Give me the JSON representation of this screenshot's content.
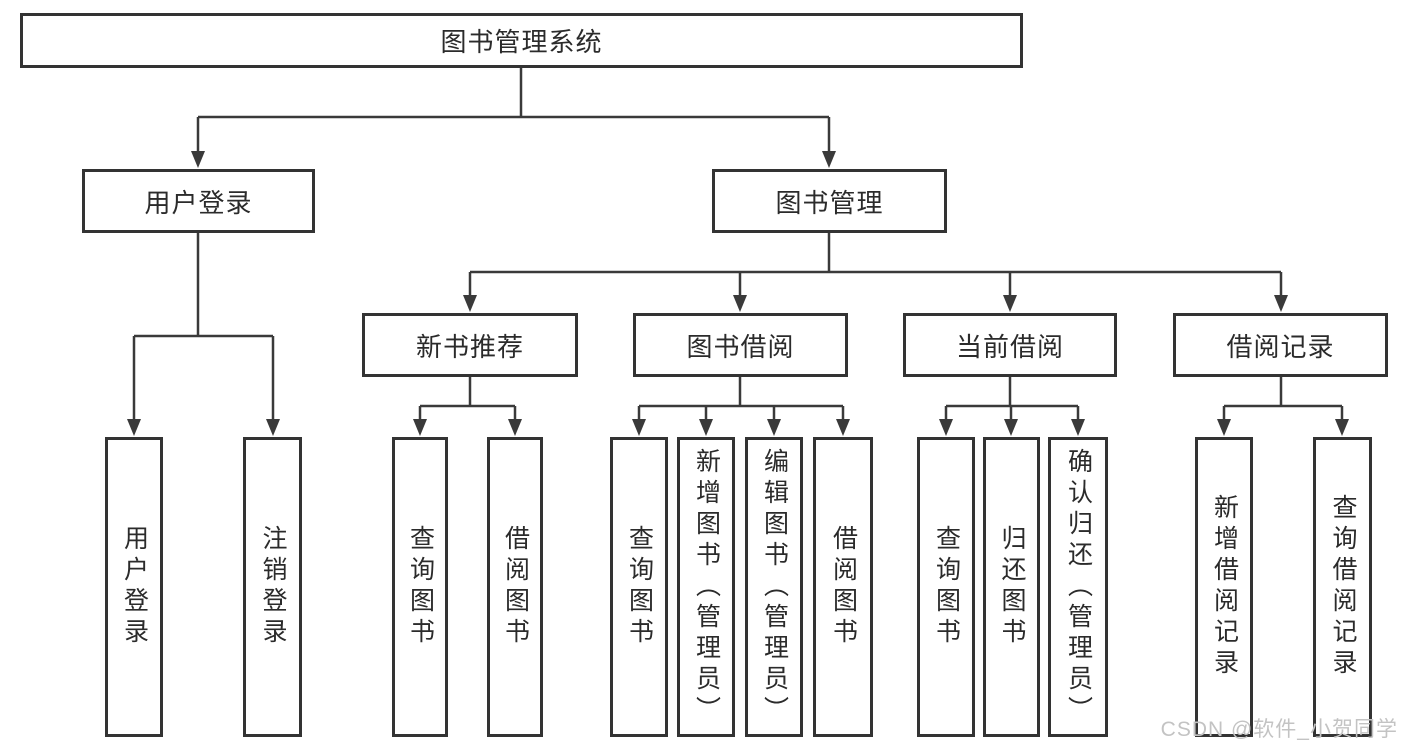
{
  "tree": {
    "label": "图书管理系统",
    "children": [
      {
        "label": "用户登录",
        "children": [
          {
            "label": "用户登录"
          },
          {
            "label": "注销登录"
          }
        ]
      },
      {
        "label": "图书管理",
        "children": [
          {
            "label": "新书推荐",
            "children": [
              {
                "label": "查询图书"
              },
              {
                "label": "借阅图书"
              }
            ]
          },
          {
            "label": "图书借阅",
            "children": [
              {
                "label": "查询图书"
              },
              {
                "label": "新增图书（管理员）"
              },
              {
                "label": "编辑图书（管理员）"
              },
              {
                "label": "借阅图书"
              }
            ]
          },
          {
            "label": "当前借阅",
            "children": [
              {
                "label": "查询图书"
              },
              {
                "label": "归还图书"
              },
              {
                "label": "确认归还（管理员）"
              }
            ]
          },
          {
            "label": "借阅记录",
            "children": [
              {
                "label": "新增借阅记录"
              },
              {
                "label": "查询借阅记录"
              }
            ]
          }
        ]
      }
    ]
  },
  "watermark": {
    "text": "CSDN @软件_小贺同学"
  },
  "colors": {
    "line": "#3a3a3a",
    "box_border": "#333333",
    "text": "#2b2b2b",
    "watermark": "#c3c3c3",
    "background": "#ffffff"
  }
}
